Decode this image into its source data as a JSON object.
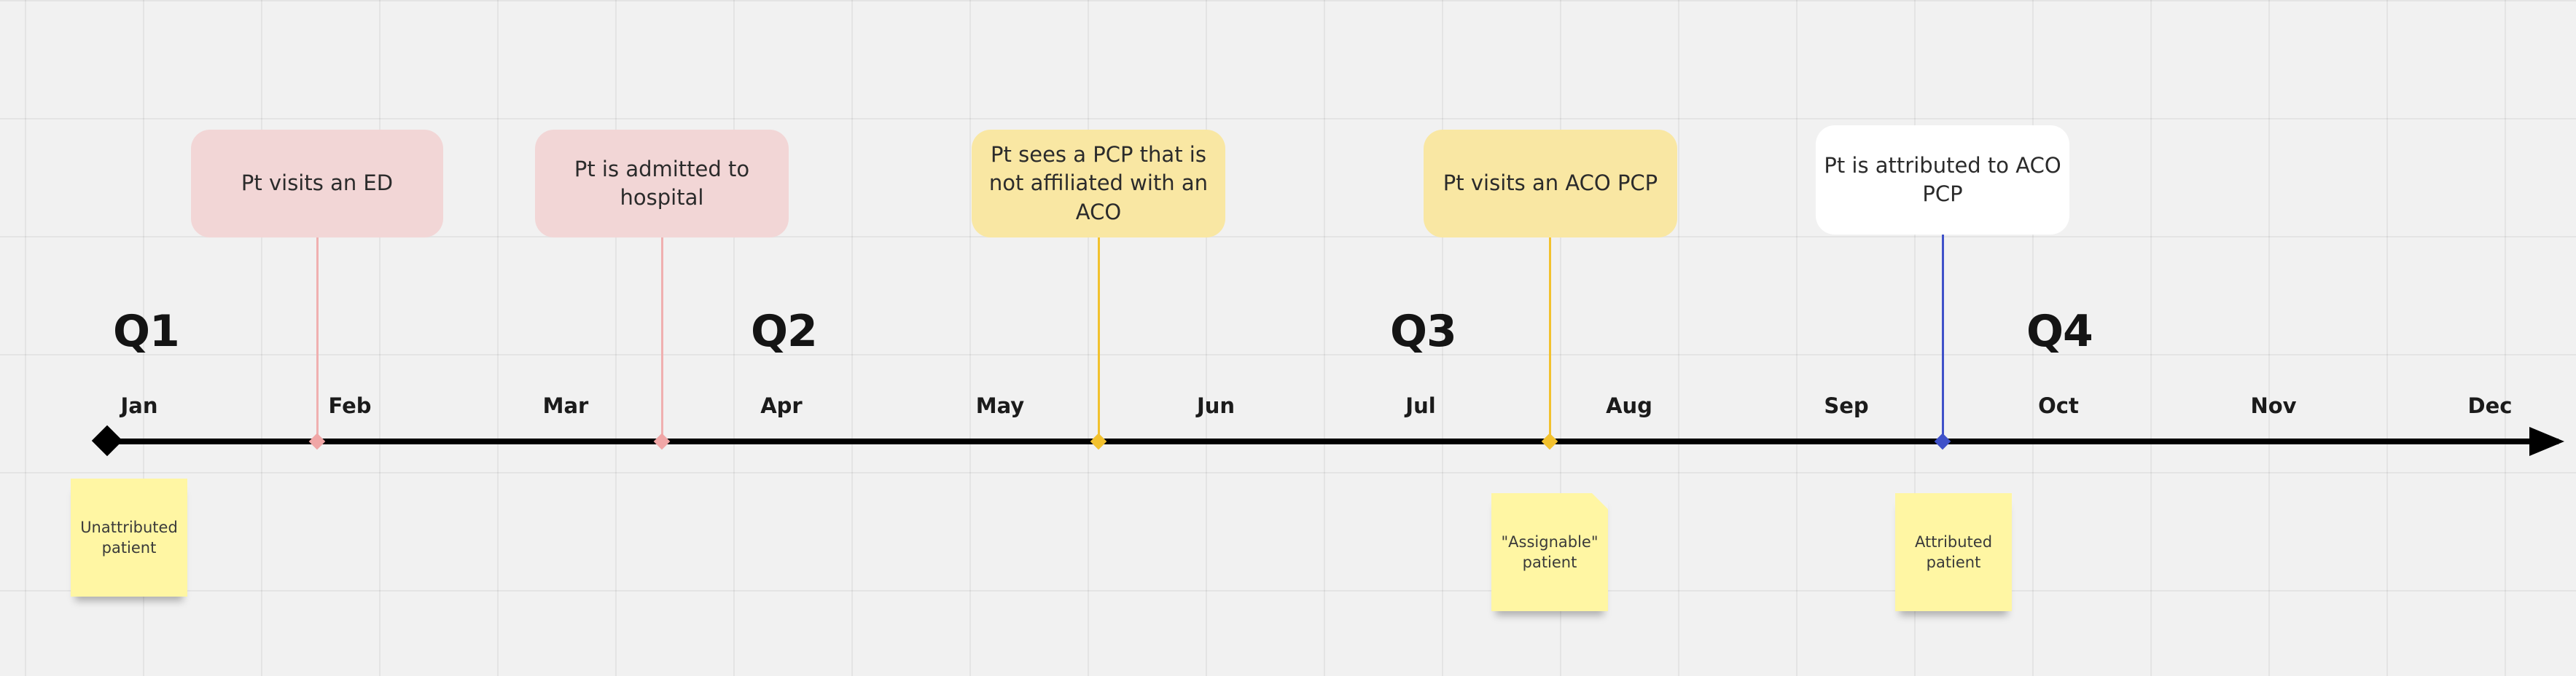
{
  "quarters": [
    "Q1",
    "Q2",
    "Q3",
    "Q4"
  ],
  "months": [
    "Jan",
    "Feb",
    "Mar",
    "Apr",
    "May",
    "Jun",
    "Jul",
    "Aug",
    "Sep",
    "Oct",
    "Nov",
    "Dec"
  ],
  "events": [
    {
      "text": "Pt visits an ED",
      "color": "#f2d6d6",
      "marker_color": "#f0a6a6"
    },
    {
      "text": "Pt is admitted to hospital",
      "color": "#f2d6d6",
      "marker_color": "#f0a6a6"
    },
    {
      "text": "Pt sees a PCP that is not affiliated with an ACO",
      "color": "#f9e7a3",
      "marker_color": "#f2c12e"
    },
    {
      "text": "Pt visits an ACO PCP",
      "color": "#f9e7a3",
      "marker_color": "#f2c12e"
    },
    {
      "text": "Pt is attributed to ACO PCP",
      "color": "#ffffff",
      "marker_color": "#3f51c9"
    }
  ],
  "stickies": [
    {
      "text": "Unattributed patient"
    },
    {
      "text": "\"Assignable\" patient"
    },
    {
      "text": "Attributed patient"
    }
  ],
  "colors": {
    "timeline": "#000000",
    "sticky": "#fff6a3",
    "background": "#f1f1f1"
  }
}
